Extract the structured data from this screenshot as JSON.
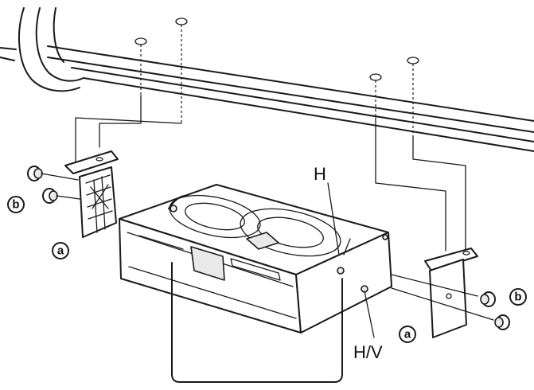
{
  "labels": {
    "b_left": "b",
    "a_left": "a",
    "H": "H",
    "HV": "H/V",
    "b_right": "b",
    "a_right": "a"
  },
  "colors": {
    "line": "#1a1a1a",
    "background": "#ffffff"
  }
}
